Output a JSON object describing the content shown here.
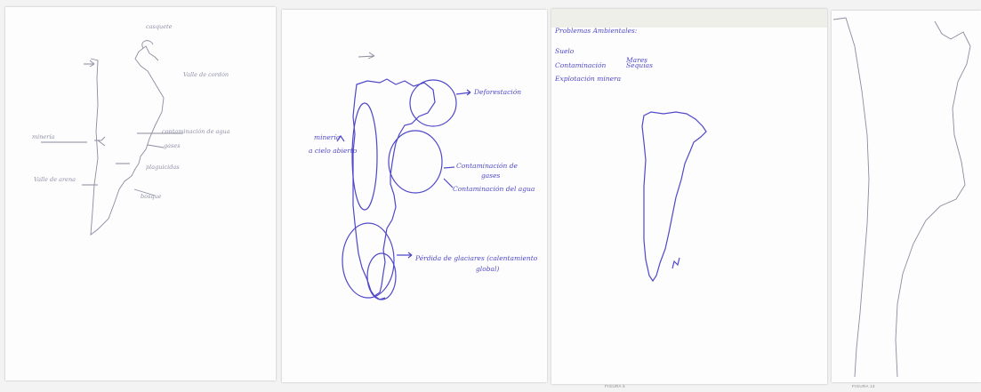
{
  "sheet1": {
    "labels": {
      "glacier": "casquete",
      "valley": "Valle de cordón",
      "contamination": "contaminación de agua",
      "gases": "gases",
      "left_label": "minería",
      "plague": "plaguicidas",
      "desert": "Valle de arena",
      "bosque": "bosque"
    }
  },
  "sheet2": {
    "labels": {
      "deforestation": "Deforestación",
      "mining_1": "minería",
      "mining_2": "a cielo abierto",
      "gas_1": "Contaminación de",
      "gas_2": "gases",
      "water": "Contaminación del agua",
      "glacier_1": "Pérdida de glaciares (calentamiento",
      "glacier_2": "global)"
    }
  },
  "sheet3": {
    "title": "Problemas Ambientales:",
    "items": [
      "Suelo",
      "Contaminación",
      "Sequías",
      "Explotación minera"
    ],
    "above_word": "Mares"
  },
  "captions": {
    "s3": "FIGURA 5",
    "s4": "FIGURA 13"
  },
  "colors": {
    "pencil": "#8c8ca0",
    "ink": "#4f48c8",
    "paper": "#fdfdfd"
  }
}
